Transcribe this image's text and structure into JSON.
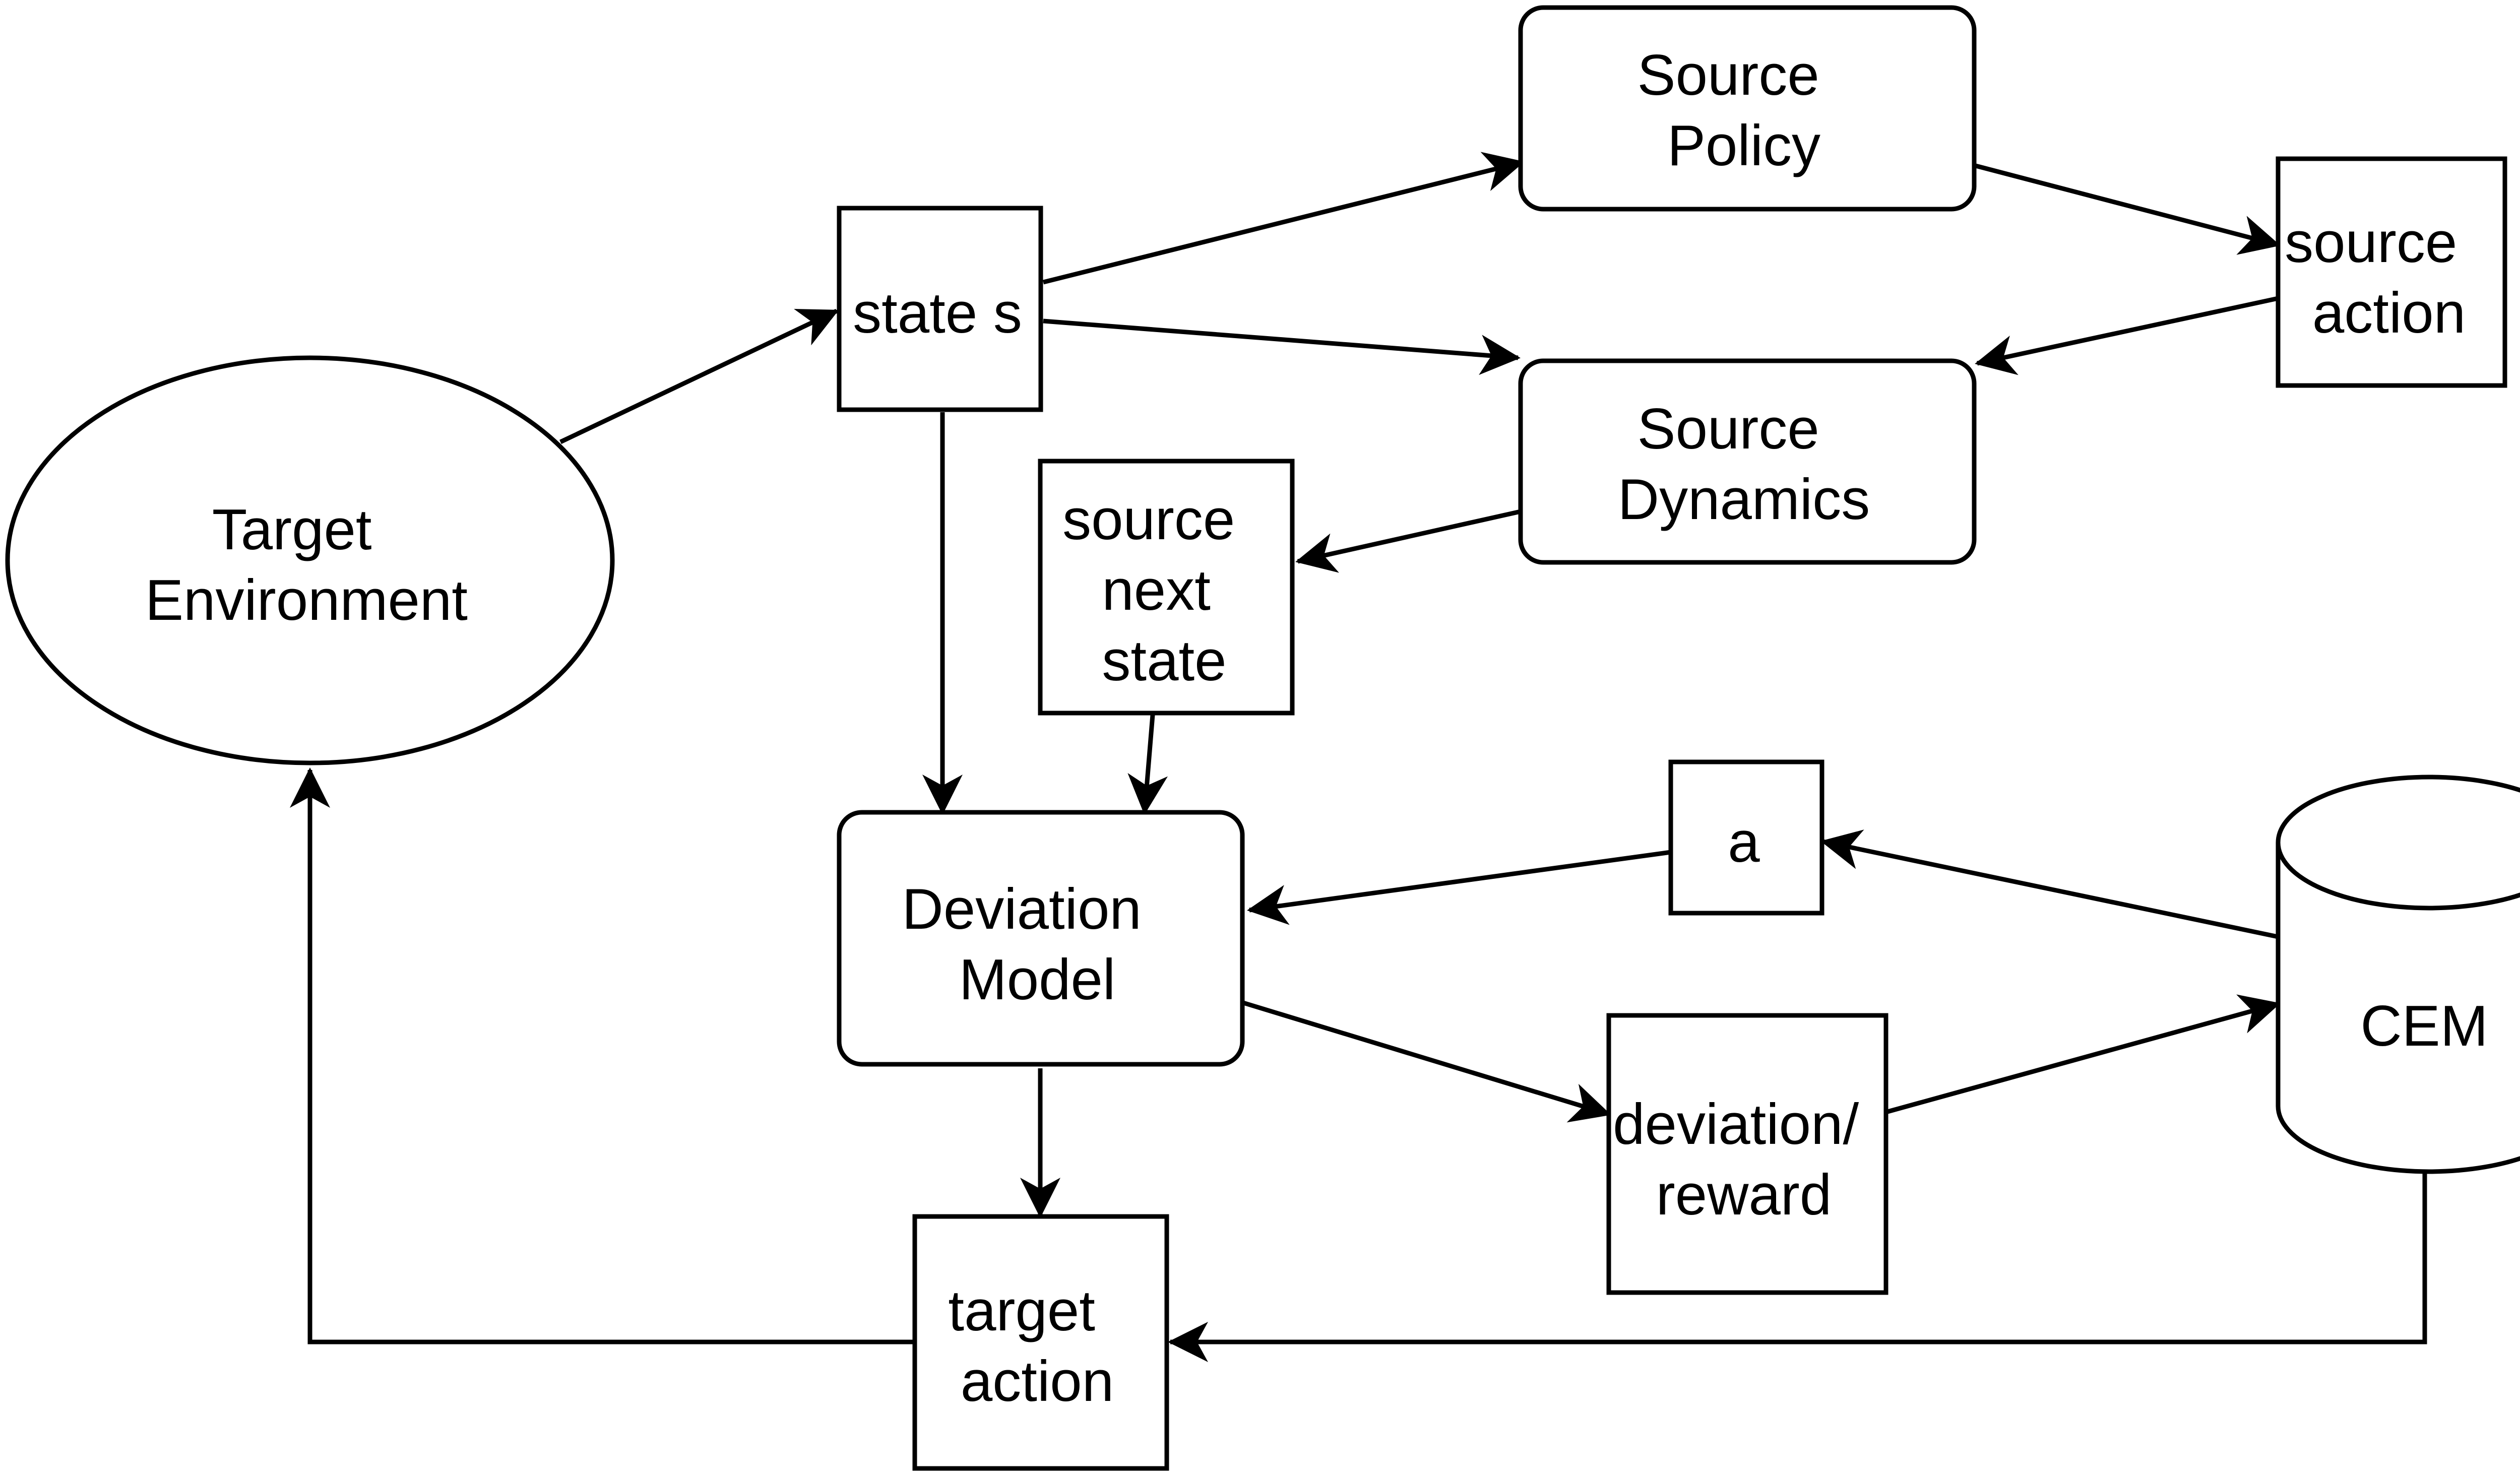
{
  "diagram": {
    "nodes": {
      "target_env": {
        "line1": "Target",
        "line2": "Environment"
      },
      "state_s": {
        "label": "state s"
      },
      "source_policy": {
        "line1": "Source",
        "line2": "Policy"
      },
      "source_action": {
        "line1": "source",
        "line2": "action"
      },
      "source_dynamics": {
        "line1": "Source",
        "line2": "Dynamics"
      },
      "source_next_state": {
        "line1": "source",
        "line2": "next",
        "line3": "state"
      },
      "deviation_model": {
        "line1": "Deviation",
        "line2": "Model"
      },
      "a": {
        "label": "a"
      },
      "cem": {
        "label": "CEM"
      },
      "deviation_reward": {
        "line1": "deviation/",
        "line2": "reward"
      },
      "target_action": {
        "line1": "target",
        "line2": "action"
      }
    },
    "colors": {
      "stroke": "#000000",
      "fill": "#ffffff",
      "text": "#000000"
    }
  }
}
